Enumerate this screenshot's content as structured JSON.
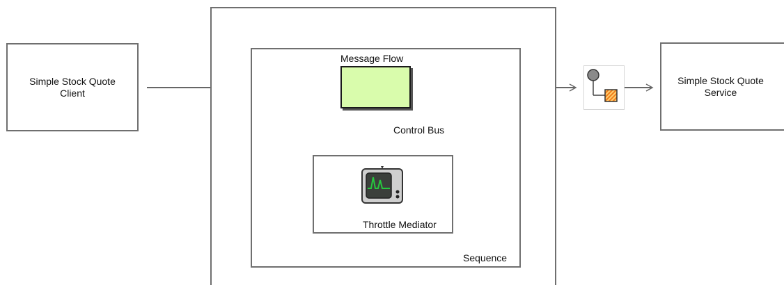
{
  "diagram": {
    "client": {
      "line1": "Simple Stock Quote",
      "line2": "Client"
    },
    "service": {
      "line1": "Simple Stock Quote",
      "line2": "Service"
    },
    "message_flow_label": "Message Flow",
    "control_bus_label": "Control Bus",
    "throttle_label": "Throttle Mediator",
    "sequence_label": "Sequence"
  },
  "colors": {
    "border": "#6f6f6f",
    "message_flow_fill": "#d9fcac",
    "arrow": "#666666",
    "monitor_wave": "#27c93f"
  },
  "icons": [
    "monitor-icon",
    "content-based-router-icon"
  ]
}
